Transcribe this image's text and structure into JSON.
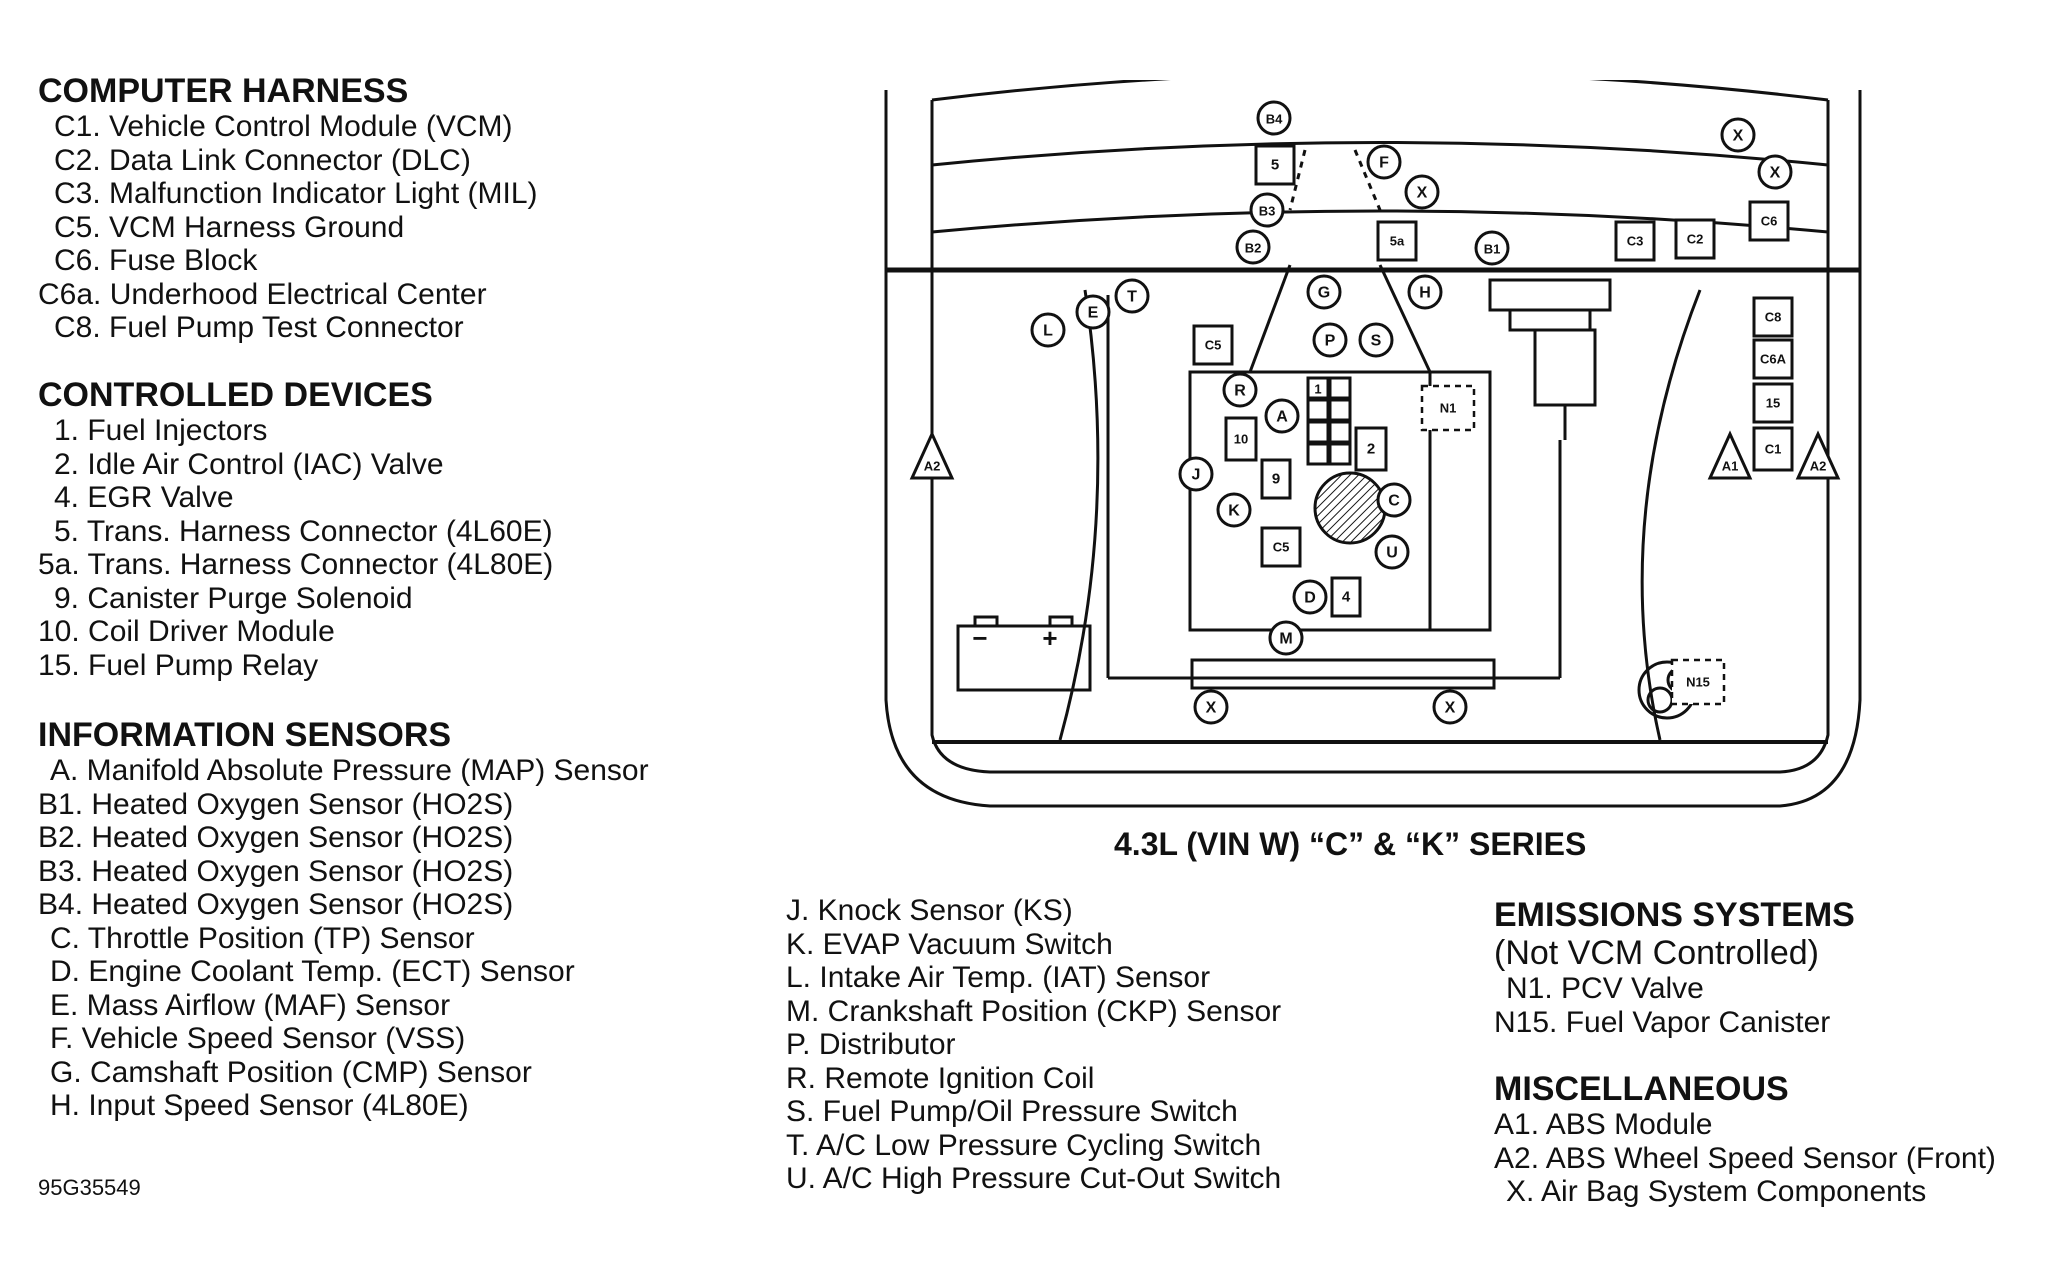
{
  "sections": {
    "computer_harness": {
      "heading": "COMPUTER HARNESS",
      "items": [
        "C1. Vehicle Control Module (VCM)",
        "C2. Data Link Connector (DLC)",
        "C3. Malfunction Indicator Light (MIL)",
        "C5. VCM Harness Ground",
        "C6. Fuse Block",
        "C6a. Underhood Electrical Center",
        "C8. Fuel Pump Test Connector"
      ]
    },
    "controlled_devices": {
      "heading": "CONTROLLED DEVICES",
      "items": [
        "1. Fuel Injectors",
        "2. Idle Air Control (IAC) Valve",
        "4. EGR Valve",
        "5. Trans. Harness Connector (4L60E)",
        "5a. Trans. Harness Connector (4L80E)",
        "9. Canister Purge Solenoid",
        "10. Coil Driver Module",
        "15. Fuel Pump Relay"
      ]
    },
    "information_sensors": {
      "heading": "INFORMATION SENSORS",
      "items": [
        "A. Manifold Absolute Pressure (MAP) Sensor",
        "B1. Heated Oxygen Sensor (HO2S)",
        "B2. Heated Oxygen Sensor (HO2S)",
        "B3. Heated Oxygen Sensor (HO2S)",
        "B4. Heated Oxygen Sensor (HO2S)",
        "C. Throttle Position (TP) Sensor",
        "D. Engine Coolant Temp. (ECT) Sensor",
        "E. Mass Airflow (MAF) Sensor",
        "F. Vehicle Speed Sensor (VSS)",
        "G. Camshaft Position (CMP) Sensor",
        "H. Input Speed Sensor (4L80E)"
      ],
      "continued": [
        "J. Knock Sensor (KS)",
        "K. EVAP Vacuum Switch",
        "L. Intake Air Temp. (IAT) Sensor",
        "M. Crankshaft Position (CKP) Sensor",
        "P. Distributor",
        "R. Remote Ignition Coil",
        "S. Fuel Pump/Oil Pressure Switch",
        "T. A/C Low Pressure Cycling Switch",
        "U. A/C High Pressure Cut-Out Switch"
      ]
    },
    "emissions_systems": {
      "heading": "EMISSIONS SYSTEMS",
      "subheading": "(Not VCM Controlled)",
      "items": [
        "N1. PCV Valve",
        "N15. Fuel Vapor Canister"
      ]
    },
    "miscellaneous": {
      "heading": "MISCELLANEOUS",
      "items": [
        "A1. ABS Module",
        "A2. ABS Wheel Speed Sensor (Front)",
        "X. Air Bag System Components"
      ]
    }
  },
  "diagram": {
    "caption": "4.3L (VIN W) “C” & “K” SERIES",
    "figure_id": "95G35549",
    "circle_labels": [
      "B4",
      "B3",
      "B2",
      "F",
      "X",
      "X",
      "X",
      "B1",
      "G",
      "H",
      "T",
      "E",
      "L",
      "P",
      "S",
      "R",
      "A",
      "J",
      "K",
      "C",
      "U",
      "D",
      "M",
      "X",
      "X"
    ],
    "box_labels": [
      "5",
      "5a",
      "C3",
      "C2",
      "C6",
      "C5",
      "C8",
      "C6A",
      "15",
      "C1",
      "10",
      "9",
      "2",
      "C5",
      "4",
      "1"
    ],
    "triangle_labels": [
      "A2",
      "A1",
      "A2"
    ],
    "dashed_labels": [
      "N1",
      "N15"
    ],
    "battery_terminals": [
      "−",
      "+"
    ]
  }
}
